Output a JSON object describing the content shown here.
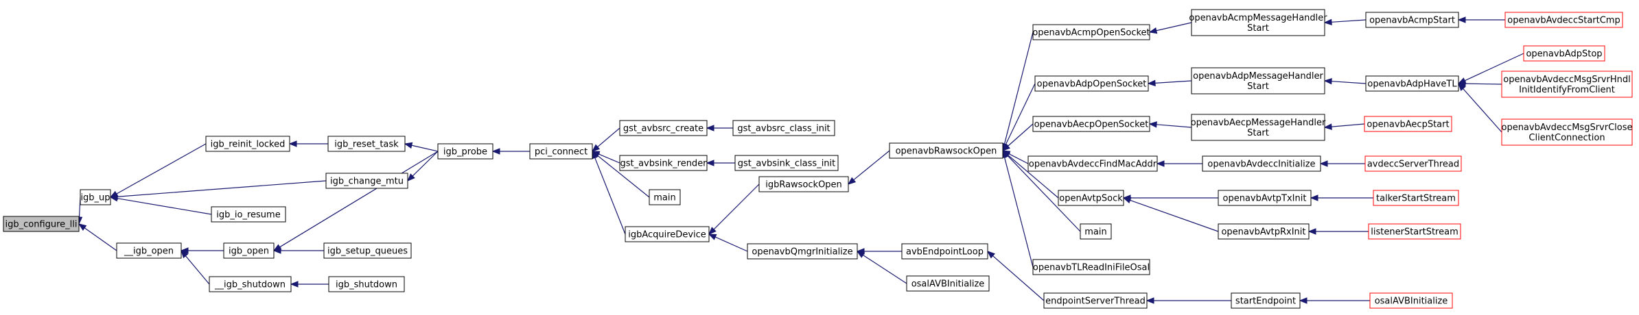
{
  "nodes": [
    {
      "id": "igb_configure_lli",
      "lines": [
        "igb_configure_lli"
      ],
      "type": "root"
    },
    {
      "id": "igb_up",
      "lines": [
        "igb_up"
      ],
      "type": "normal"
    },
    {
      "id": "__igb_open",
      "lines": [
        "__igb_open"
      ],
      "type": "normal"
    },
    {
      "id": "igb_reinit_locked",
      "lines": [
        "igb_reinit_locked"
      ],
      "type": "normal"
    },
    {
      "id": "igb_change_mtu",
      "lines": [
        "igb_change_mtu"
      ],
      "type": "normal"
    },
    {
      "id": "igb_io_resume",
      "lines": [
        "igb_io_resume"
      ],
      "type": "normal"
    },
    {
      "id": "igb_open",
      "lines": [
        "igb_open"
      ],
      "type": "normal"
    },
    {
      "id": "__igb_shutdown",
      "lines": [
        "__igb_shutdown"
      ],
      "type": "normal"
    },
    {
      "id": "igb_reset_task",
      "lines": [
        "igb_reset_task"
      ],
      "type": "normal"
    },
    {
      "id": "igb_setup_queues",
      "lines": [
        "igb_setup_queues"
      ],
      "type": "normal"
    },
    {
      "id": "igb_shutdown",
      "lines": [
        "igb_shutdown"
      ],
      "type": "normal"
    },
    {
      "id": "igb_probe",
      "lines": [
        "igb_probe"
      ],
      "type": "normal"
    },
    {
      "id": "pci_connect",
      "lines": [
        "pci_connect"
      ],
      "type": "normal"
    },
    {
      "id": "gst_avbsrc_create",
      "lines": [
        "gst_avbsrc_create"
      ],
      "type": "normal"
    },
    {
      "id": "gst_avbsink_render",
      "lines": [
        "gst_avbsink_render"
      ],
      "type": "normal"
    },
    {
      "id": "main_1",
      "lines": [
        "main"
      ],
      "type": "normal"
    },
    {
      "id": "igbAcquireDevice",
      "lines": [
        "igbAcquireDevice"
      ],
      "type": "normal"
    },
    {
      "id": "gst_avbsrc_class_init",
      "lines": [
        "gst_avbsrc_class_init"
      ],
      "type": "normal"
    },
    {
      "id": "gst_avbsink_class_init",
      "lines": [
        "gst_avbsink_class_init"
      ],
      "type": "normal"
    },
    {
      "id": "igbRawsockOpen",
      "lines": [
        "igbRawsockOpen"
      ],
      "type": "normal"
    },
    {
      "id": "openavbQmgrInitialize",
      "lines": [
        "openavbQmgrInitialize"
      ],
      "type": "normal"
    },
    {
      "id": "avbEndpointLoop",
      "lines": [
        "avbEndpointLoop"
      ],
      "type": "normal"
    },
    {
      "id": "osalAVBInitialize_1",
      "lines": [
        "osalAVBInitialize"
      ],
      "type": "normal"
    },
    {
      "id": "openavbRawsockOpen",
      "lines": [
        "openavbRawsockOpen"
      ],
      "type": "normal"
    },
    {
      "id": "endpointServerThread",
      "lines": [
        "endpointServerThread"
      ],
      "type": "normal"
    },
    {
      "id": "openavbAcmpOpenSocket",
      "lines": [
        "openavbAcmpOpenSocket"
      ],
      "type": "normal"
    },
    {
      "id": "openavbAdpOpenSocket",
      "lines": [
        "openavbAdpOpenSocket"
      ],
      "type": "normal"
    },
    {
      "id": "openavbAecpOpenSocket",
      "lines": [
        "openavbAecpOpenSocket"
      ],
      "type": "normal"
    },
    {
      "id": "openavbAvdeccFindMacAddr",
      "lines": [
        "openavbAvdeccFindMacAddr"
      ],
      "type": "normal"
    },
    {
      "id": "openAvtpSock",
      "lines": [
        "openAvtpSock"
      ],
      "type": "normal"
    },
    {
      "id": "main_2",
      "lines": [
        "main"
      ],
      "type": "normal"
    },
    {
      "id": "openavbTLReadIniFileOsal",
      "lines": [
        "openavbTLReadIniFileOsal"
      ],
      "type": "normal"
    },
    {
      "id": "openavbAcmpMessageHandlerStart",
      "lines": [
        "openavbAcmpMessageHandler",
        "Start"
      ],
      "type": "normal"
    },
    {
      "id": "openavbAdpMessageHandlerStart",
      "lines": [
        "openavbAdpMessageHandler",
        "Start"
      ],
      "type": "normal"
    },
    {
      "id": "openavbAecpMessageHandlerStart",
      "lines": [
        "openavbAecpMessageHandler",
        "Start"
      ],
      "type": "normal"
    },
    {
      "id": "openavbAvdeccInitialize",
      "lines": [
        "openavbAvdeccInitialize"
      ],
      "type": "normal"
    },
    {
      "id": "openavbAvtpTxInit",
      "lines": [
        "openavbAvtpTxInit"
      ],
      "type": "normal"
    },
    {
      "id": "openavbAvtpRxInit",
      "lines": [
        "openavbAvtpRxInit"
      ],
      "type": "normal"
    },
    {
      "id": "startEndpoint",
      "lines": [
        "startEndpoint"
      ],
      "type": "normal"
    },
    {
      "id": "openavbAcmpStart",
      "lines": [
        "openavbAcmpStart"
      ],
      "type": "normal"
    },
    {
      "id": "openavbAdpHaveTL",
      "lines": [
        "openavbAdpHaveTL"
      ],
      "type": "normal"
    },
    {
      "id": "openavbAecpStart",
      "lines": [
        "openavbAecpStart"
      ],
      "type": "red"
    },
    {
      "id": "avdeccServerThread",
      "lines": [
        "avdeccServerThread"
      ],
      "type": "red"
    },
    {
      "id": "talkerStartStream",
      "lines": [
        "talkerStartStream"
      ],
      "type": "red"
    },
    {
      "id": "listenerStartStream",
      "lines": [
        "listenerStartStream"
      ],
      "type": "red"
    },
    {
      "id": "osalAVBInitialize_2",
      "lines": [
        "osalAVBInitialize"
      ],
      "type": "red"
    },
    {
      "id": "openavbAvdeccStartCmp",
      "lines": [
        "openavbAvdeccStartCmp"
      ],
      "type": "red"
    },
    {
      "id": "openavbAdpStop",
      "lines": [
        "openavbAdpStop"
      ],
      "type": "red"
    },
    {
      "id": "openavbAvdeccMsgSrvrHndlInitIdentifyFromClient",
      "lines": [
        "openavbAvdeccMsgSrvrHndl",
        "InitIdentifyFromClient"
      ],
      "type": "red"
    },
    {
      "id": "openavbAvdeccMsgSrvrCloseClientConnection",
      "lines": [
        "openavbAvdeccMsgSrvrClose",
        "ClientConnection"
      ],
      "type": "red"
    }
  ],
  "edges": [
    [
      "igb_up",
      "igb_configure_lli"
    ],
    [
      "__igb_open",
      "igb_configure_lli"
    ],
    [
      "igb_reinit_locked",
      "igb_up"
    ],
    [
      "igb_change_mtu",
      "igb_up"
    ],
    [
      "igb_io_resume",
      "igb_up"
    ],
    [
      "igb_open",
      "__igb_open"
    ],
    [
      "__igb_shutdown",
      "__igb_open"
    ],
    [
      "igb_reset_task",
      "igb_reinit_locked"
    ],
    [
      "igb_probe",
      "igb_reset_task"
    ],
    [
      "igb_probe",
      "igb_change_mtu"
    ],
    [
      "igb_probe",
      "igb_open"
    ],
    [
      "igb_setup_queues",
      "igb_open"
    ],
    [
      "igb_shutdown",
      "__igb_shutdown"
    ],
    [
      "pci_connect",
      "igb_probe"
    ],
    [
      "gst_avbsrc_create",
      "pci_connect"
    ],
    [
      "gst_avbsink_render",
      "pci_connect"
    ],
    [
      "main_1",
      "pci_connect"
    ],
    [
      "igbAcquireDevice",
      "pci_connect"
    ],
    [
      "gst_avbsrc_class_init",
      "gst_avbsrc_create"
    ],
    [
      "gst_avbsink_class_init",
      "gst_avbsink_render"
    ],
    [
      "igbRawsockOpen",
      "igbAcquireDevice"
    ],
    [
      "openavbQmgrInitialize",
      "igbAcquireDevice"
    ],
    [
      "openavbRawsockOpen",
      "igbRawsockOpen"
    ],
    [
      "avbEndpointLoop",
      "openavbQmgrInitialize"
    ],
    [
      "osalAVBInitialize_1",
      "openavbQmgrInitialize"
    ],
    [
      "endpointServerThread",
      "avbEndpointLoop"
    ],
    [
      "openavbAcmpOpenSocket",
      "openavbRawsockOpen"
    ],
    [
      "openavbAdpOpenSocket",
      "openavbRawsockOpen"
    ],
    [
      "openavbAecpOpenSocket",
      "openavbRawsockOpen"
    ],
    [
      "openavbAvdeccFindMacAddr",
      "openavbRawsockOpen"
    ],
    [
      "openAvtpSock",
      "openavbRawsockOpen"
    ],
    [
      "main_2",
      "openavbRawsockOpen"
    ],
    [
      "openavbTLReadIniFileOsal",
      "openavbRawsockOpen"
    ],
    [
      "openavbAcmpMessageHandlerStart",
      "openavbAcmpOpenSocket"
    ],
    [
      "openavbAdpMessageHandlerStart",
      "openavbAdpOpenSocket"
    ],
    [
      "openavbAecpMessageHandlerStart",
      "openavbAecpOpenSocket"
    ],
    [
      "openavbAvdeccInitialize",
      "openavbAvdeccFindMacAddr"
    ],
    [
      "openavbAvtpTxInit",
      "openAvtpSock"
    ],
    [
      "openavbAvtpRxInit",
      "openAvtpSock"
    ],
    [
      "startEndpoint",
      "endpointServerThread"
    ],
    [
      "openavbAcmpStart",
      "openavbAcmpMessageHandlerStart"
    ],
    [
      "openavbAdpHaveTL",
      "openavbAdpMessageHandlerStart"
    ],
    [
      "openavbAecpStart",
      "openavbAecpMessageHandlerStart"
    ],
    [
      "avdeccServerThread",
      "openavbAvdeccInitialize"
    ],
    [
      "talkerStartStream",
      "openavbAvtpTxInit"
    ],
    [
      "listenerStartStream",
      "openavbAvtpRxInit"
    ],
    [
      "osalAVBInitialize_2",
      "startEndpoint"
    ],
    [
      "openavbAvdeccStartCmp",
      "openavbAcmpStart"
    ],
    [
      "openavbAdpStop",
      "openavbAdpHaveTL"
    ],
    [
      "openavbAvdeccMsgSrvrHndlInitIdentifyFromClient",
      "openavbAdpHaveTL"
    ],
    [
      "openavbAvdeccMsgSrvrCloseClientConnection",
      "openavbAdpHaveTL"
    ]
  ]
}
